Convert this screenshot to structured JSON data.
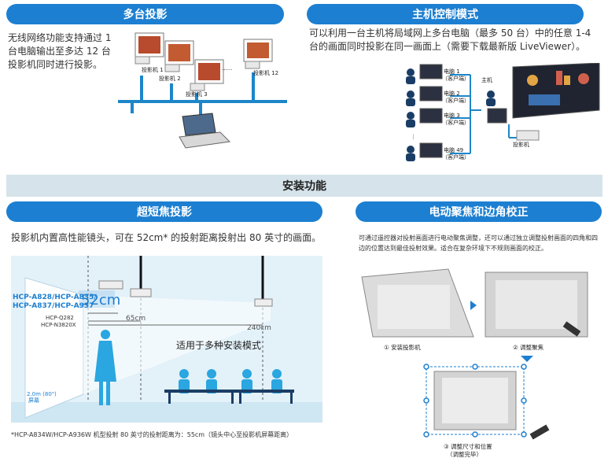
{
  "multi_projection": {
    "title": "多台投影",
    "description": "无线网络功能支持通过 1 台电脑输出至多达 12 台投影机同时进行投影。",
    "projector_labels": [
      "投影机 1",
      "投影机 2",
      "投影机 3",
      "投影机 12"
    ],
    "dots": "······"
  },
  "host_control": {
    "title": "主机控制模式",
    "description": "可以利用一台主机将局域网上多台电脑（最多 50 台）中的任意 1-4 台的画面同时投影在同一画面上（需要下载最新版 LiveViewer）。",
    "clients": [
      {
        "name": "电脑 1",
        "role": "（客户端）"
      },
      {
        "name": "电脑 2",
        "role": "（客户端）"
      },
      {
        "name": "电脑 3",
        "role": "（客户端）"
      },
      {
        "name": "电脑 49",
        "role": "（客户端）"
      }
    ],
    "host_label": "主机",
    "projector_label": "投影机"
  },
  "install_section": {
    "title": "安装功能"
  },
  "ultra_short": {
    "title": "超短焦投影",
    "description": "投影机内置高性能镜头，可在 52cm* 的投射距离投射出 80 英寸的画面。",
    "model_group_1": "HCP-A828/HCP-A835/\nHCP-A837/HCP-A937",
    "model_group_2": "HCP-Q282",
    "model_group_3": "HCP-N3820X",
    "dist_52": "52cm",
    "dist_65": "65cm",
    "dist_240": "240cm",
    "install_modes": "适用于多种安装模式",
    "screen_size": "2.0m (80\")",
    "screen_label": "屏幕",
    "footnote": "*HCP-A834W/HCP-A936W 机型投射 80 英寸的投射距离为：55cm（镜头中心至投影机屏幕距离）"
  },
  "focus_keystone": {
    "title": "电动聚焦和边角校正",
    "description": "可通过遥控器对投射画面进行电动聚焦调整，还可以通过独立调整投射画面的四角和四边的位置达到最佳投射效果。适合在复杂环境下不规则画面的校正。",
    "step1": "① 安装投影机",
    "step2": "② 调整聚焦",
    "step3a": "③ 调整尺寸和位置",
    "step3b": "（调整完毕）"
  },
  "colors": {
    "header_blue": "#1c7fd1",
    "section_bar": "#d6e3ea",
    "network_blue": "#1d86c9"
  }
}
